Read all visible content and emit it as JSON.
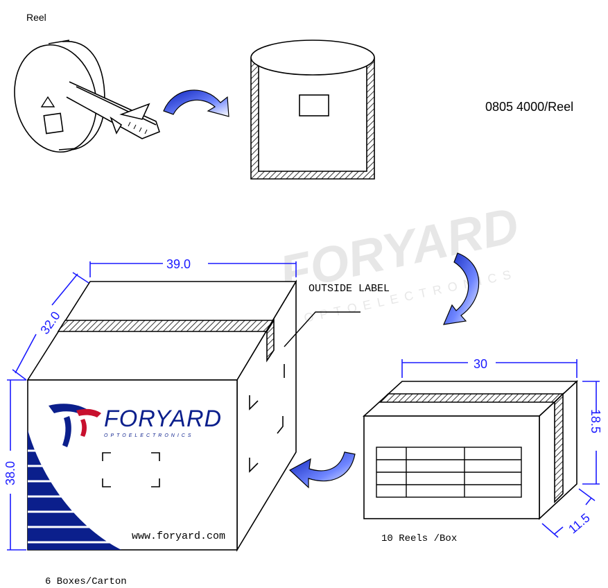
{
  "reel_label": "Reel",
  "reel_qty": "0805  4000/Reel",
  "outside_label": "OUTSIDE LABEL",
  "box_caption": "10 Reels /Box",
  "carton_caption": "6 Boxes/Carton",
  "website": "www.foryard.com",
  "brand": {
    "name": "FORYARD",
    "tagline": "OPTOELECTRONICS",
    "watermark": "FORYARD",
    "watermark_sub": "OPTOELECTRONICS"
  },
  "carton_dims": {
    "width": "39.0",
    "depth": "32.0",
    "height": "38.0"
  },
  "box_dims": {
    "width": "30",
    "height": "18.5",
    "depth": "11.5"
  },
  "colors": {
    "dimension": "#1a1aff",
    "arrow": "#1c2fd0",
    "logo_blue": "#0b1f8c",
    "logo_red": "#c8102e",
    "stripe_blue": "#0b1f8c"
  }
}
